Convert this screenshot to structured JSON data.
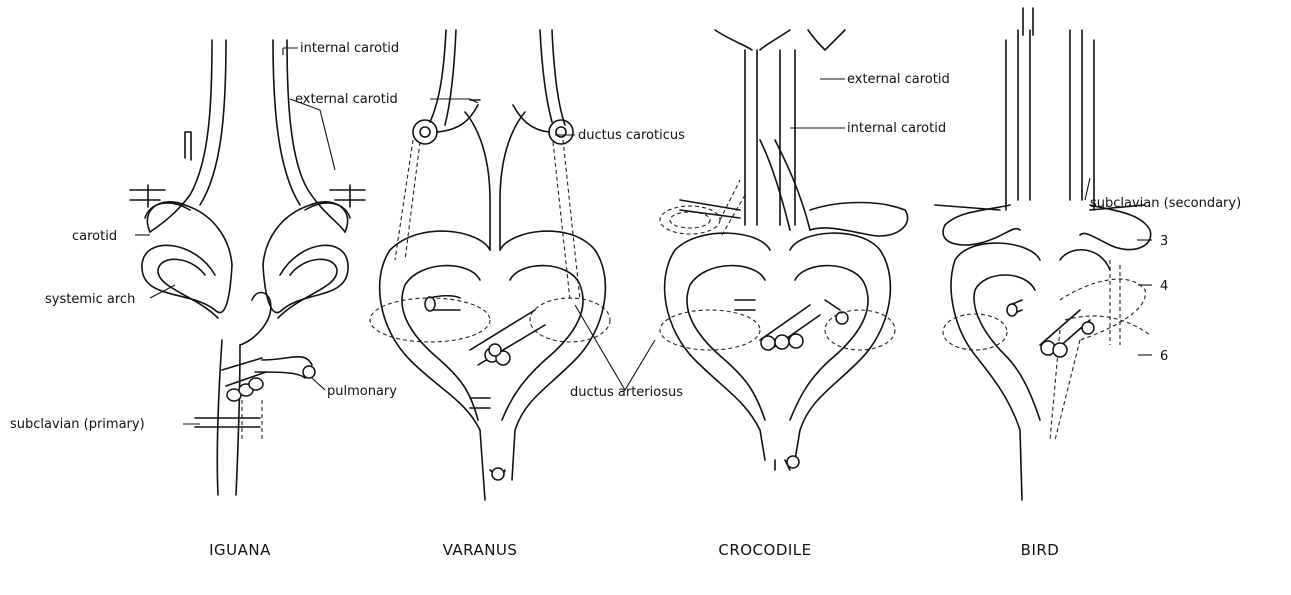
{
  "diagrams": [
    {
      "title": "IGUANA"
    },
    {
      "title": "VARANUS"
    },
    {
      "title": "CROCODILE"
    },
    {
      "title": "BIRD"
    }
  ],
  "labels": {
    "internal_carotid_1": "internal carotid",
    "external_carotid_1": "external carotid",
    "carotid": "carotid",
    "systemic_arch": "systemic arch",
    "pulmonary": "pulmonary",
    "subclavian_primary": "subclavian (primary)",
    "ductus_caroticus": "ductus caroticus",
    "ductus_arteriosus": "ductus arteriosus",
    "external_carotid_2": "external carotid",
    "internal_carotid_2": "internal carotid",
    "subclavian_secondary": "subclavian (secondary)",
    "arch_3": "3",
    "arch_4": "4",
    "arch_6": "6"
  }
}
